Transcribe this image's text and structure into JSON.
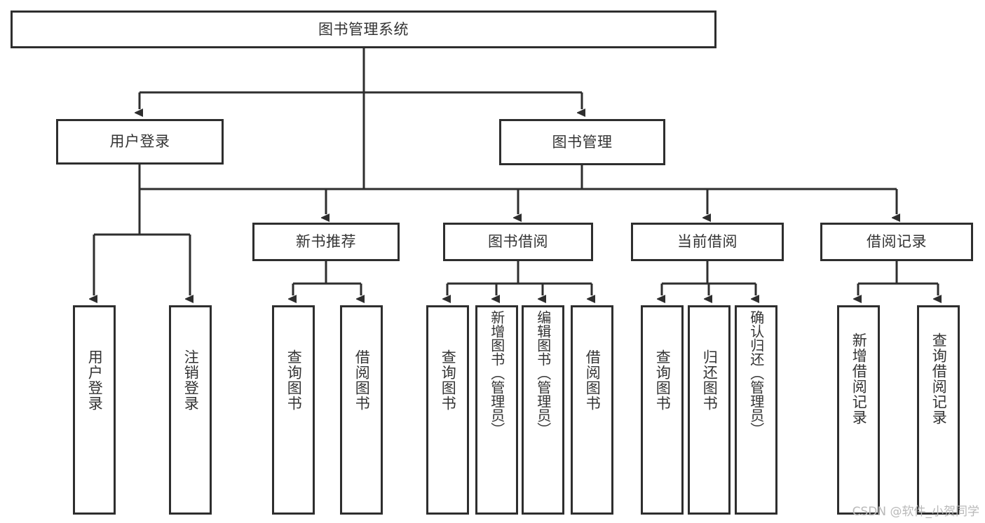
{
  "diagram": {
    "title": "图书管理系统",
    "type": "hierarchy-tree",
    "stroke_color": "#2e2e2e",
    "fill_color": "#ffffff",
    "text_color": "#333333",
    "root": {
      "label": "图书管理系统"
    },
    "level1": [
      {
        "label": "用户登录"
      },
      {
        "label": "图书管理"
      }
    ],
    "level2": [
      {
        "label": "新书推荐"
      },
      {
        "label": "图书借阅"
      },
      {
        "label": "当前借阅"
      },
      {
        "label": "借阅记录"
      }
    ],
    "leaves": {
      "user_login": [
        {
          "label": "用户登录"
        },
        {
          "label": "注销登录"
        }
      ],
      "new_book_recommend": [
        {
          "label": "查询图书"
        },
        {
          "label": "借阅图书"
        }
      ],
      "book_borrow": [
        {
          "label": "查询图书"
        },
        {
          "label": "新增图书（管理员）"
        },
        {
          "label": "编辑图书（管理员）"
        },
        {
          "label": "借阅图书"
        }
      ],
      "current_borrow": [
        {
          "label": "查询图书"
        },
        {
          "label": "归还图书"
        },
        {
          "label": "确认归还（管理员）"
        }
      ],
      "borrow_record": [
        {
          "label": "新增借阅记录"
        },
        {
          "label": "查询借阅记录"
        }
      ]
    }
  },
  "watermark": {
    "text": "CSDN @软件_小贺同学"
  }
}
